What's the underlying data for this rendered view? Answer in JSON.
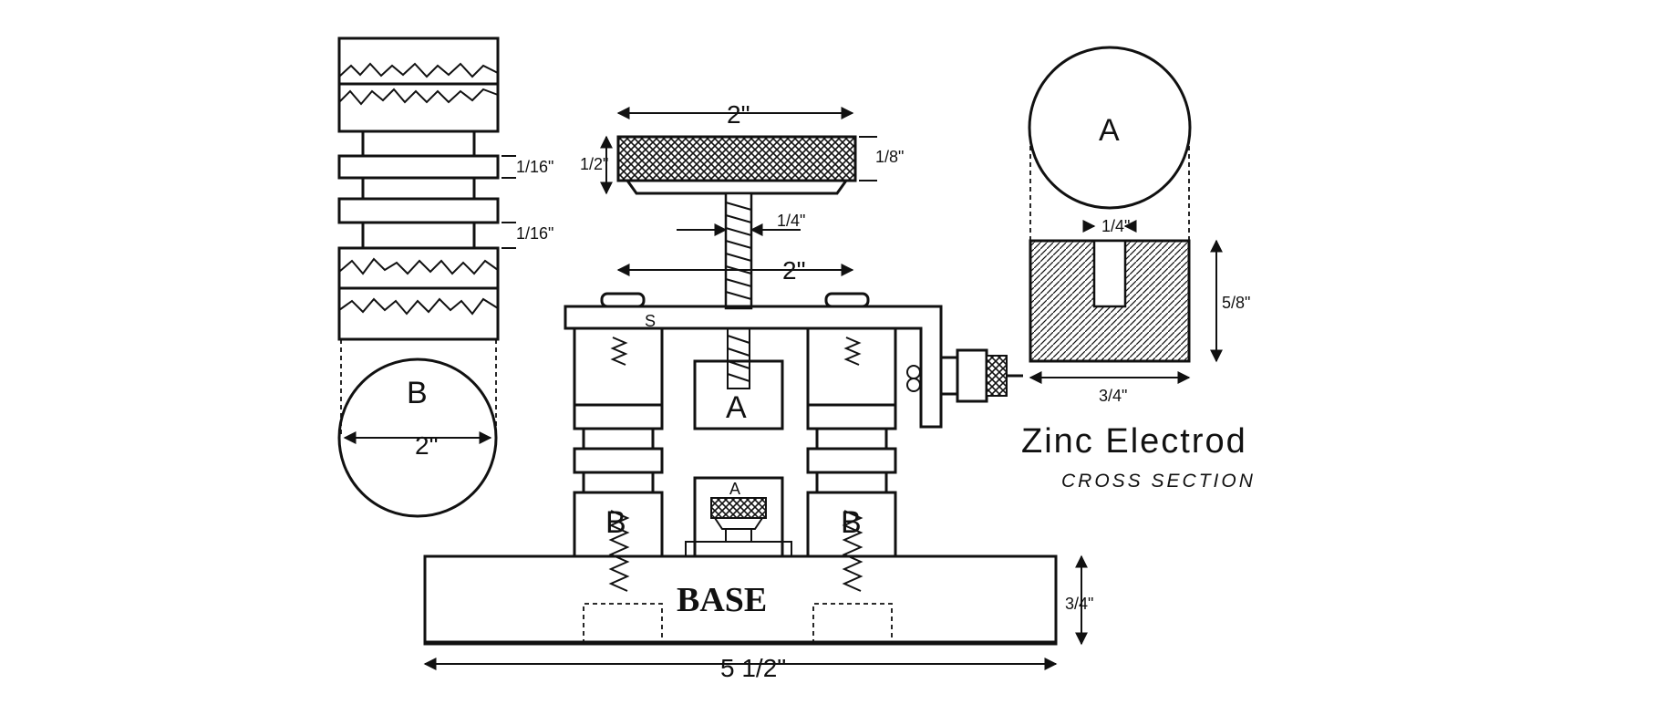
{
  "labels": {
    "knob_width": "2\"",
    "knob_height": "1/2\"",
    "knob_rim": "1/8\"",
    "screw_diameter": "1/4\"",
    "bar_span": "2\"",
    "bar_letter": "S",
    "zinc_block": "A",
    "cup_letter": "A",
    "post_left": "B",
    "post_right": "B",
    "base": "BASE",
    "base_length": "5 1/2\"",
    "base_height": "3/4\"",
    "disc_b": "B",
    "disc_b_dim": "2\"",
    "stack_dim_1": "1/16\"",
    "stack_dim_2": "1/16\"",
    "zinc_circle": "A",
    "zinc_slot": "1/4\"",
    "zinc_height": "5/8\"",
    "zinc_width": "3/4\"",
    "title": "Zinc Electrod",
    "subtitle": "CROSS SECTION"
  }
}
